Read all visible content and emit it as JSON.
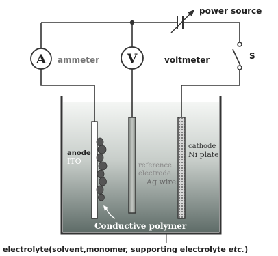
{
  "labels": {
    "power_source": "power source",
    "ammeter_symbol": "A",
    "ammeter": "ammeter",
    "voltmeter_symbol": "V",
    "voltmeter": "voltmeter",
    "switch": "S",
    "anode_line1": "anode",
    "anode_line2": "ITO",
    "reference_line1": "reference",
    "reference_line2": "electrode",
    "reference_line3": "Ag wire",
    "cathode_line1": "cathode",
    "cathode_line2": "Ni plate",
    "conductive_polymer": "Conductive polymer",
    "electrolyte_prefix": "electrolyte(solvent,monomer, supporting electrolyte ",
    "electrolyte_etc": "etc.",
    "electrolyte_suffix": ")"
  },
  "colors": {
    "line": "#333333",
    "electrolyte_top": "#f4f6f4",
    "electrolyte_bottom": "#5f6c68",
    "polymer": "#555555",
    "cathode_fill": "#bdbdbd",
    "reference_fill": "#8f948f"
  }
}
